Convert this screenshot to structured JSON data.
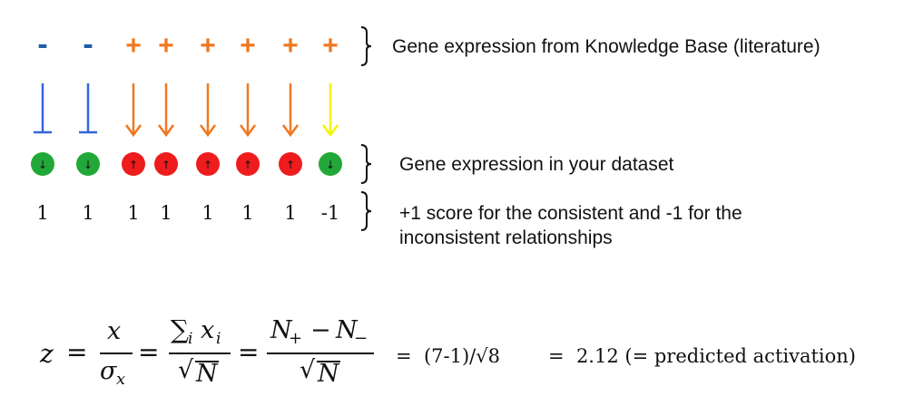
{
  "knowledge_base": {
    "signs": [
      "-",
      "-",
      "+",
      "+",
      "+",
      "+",
      "+",
      "+"
    ],
    "label": "Gene expression from Knowledge Base (literature)"
  },
  "relations": {
    "types": [
      "inhibit",
      "inhibit",
      "activate",
      "activate",
      "activate",
      "activate",
      "activate",
      "activate"
    ],
    "colors": [
      "#3366dd",
      "#3366dd",
      "#f07820",
      "#f07820",
      "#f07820",
      "#f07820",
      "#f07820",
      "#f5f500"
    ]
  },
  "dataset": {
    "directions": [
      "↓",
      "↓",
      "↑",
      "↑",
      "↑",
      "↑",
      "↑",
      "↓"
    ],
    "colors": [
      "#22a838",
      "#22a838",
      "#ee1c1c",
      "#ee1c1c",
      "#ee1c1c",
      "#ee1c1c",
      "#ee1c1c",
      "#22a838"
    ],
    "label": "Gene expression in your dataset"
  },
  "scores": {
    "values": [
      "1",
      "1",
      "1",
      "1",
      "1",
      "1",
      "1",
      "-1"
    ],
    "label_line1": "+1 score for the consistent and -1 for the",
    "label_line2": "inconsistent relationships"
  },
  "formula": {
    "z": "z",
    "eq": "=",
    "x": "x",
    "sigma_x": "σ",
    "sigma_sub": "x",
    "sum_num": "∑",
    "sum_sub": "i",
    "sum_var": "x",
    "sum_var_sub": "i",
    "sqrt_n": "√",
    "n_var": "N",
    "n_plus": "N",
    "plus_sub": "+",
    "minus": "−",
    "n_minus": "N",
    "minus_sub": "−",
    "calc1": "=  (7-1)/√8",
    "calc2": "=  2.12 (= predicted activation)"
  },
  "colors": {
    "minus_sign": "#1f5ea8",
    "plus_sign": "#f07820",
    "brace": "#111111"
  }
}
